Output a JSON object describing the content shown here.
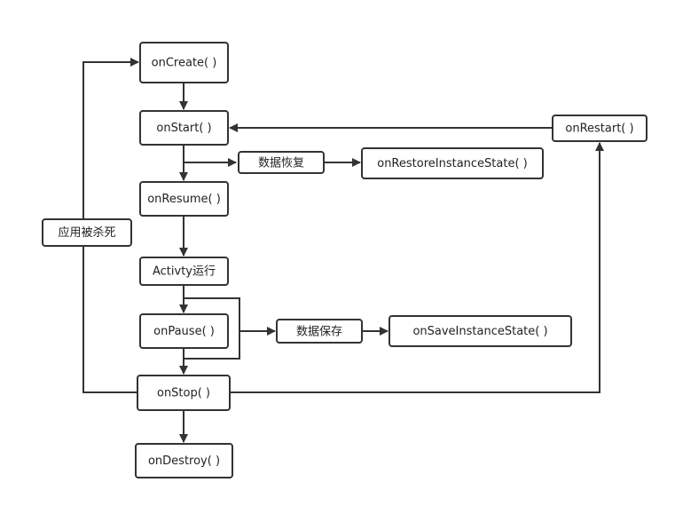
{
  "diagram": {
    "nodes": {
      "on_create": "onCreate( )",
      "on_start": "onStart( )",
      "data_restore": "数据恢复",
      "on_restore_instance_state": "onRestoreInstanceState( )",
      "on_resume": "onResume( )",
      "activity_running": "Activty运行",
      "on_pause": "onPause( )",
      "data_save": "数据保存",
      "on_save_instance_state": "onSaveInstanceState( )",
      "on_stop": "onStop( )",
      "on_destroy": "onDestroy( )",
      "on_restart": "onRestart( )",
      "app_killed": "应用被杀死"
    }
  }
}
